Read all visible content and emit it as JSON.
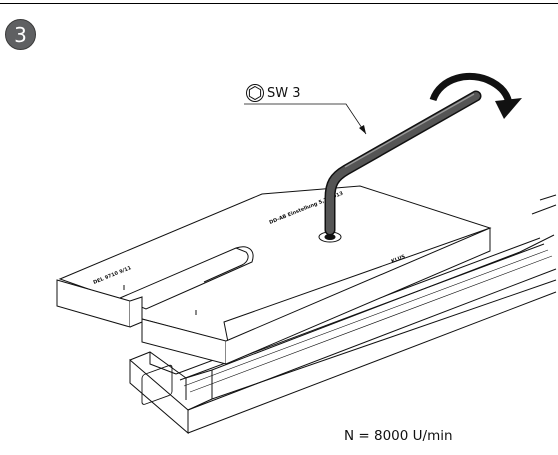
{
  "step": {
    "number": "3"
  },
  "tool": {
    "icon": "hexagon-nut-icon",
    "label": "SW 3"
  },
  "rotation": {
    "icon": "rotate-clockwise-arrow-icon"
  },
  "plate": {
    "mark_left": "DEL 9710 9/11",
    "mark_center": "DD-AB Einstellung 5,2 DD13",
    "logo": "KLUS"
  },
  "speed": {
    "label": "N = 8000 U/min"
  },
  "colors": {
    "badge": "#5f6062",
    "line": "#111111",
    "wrench": "#555555"
  }
}
